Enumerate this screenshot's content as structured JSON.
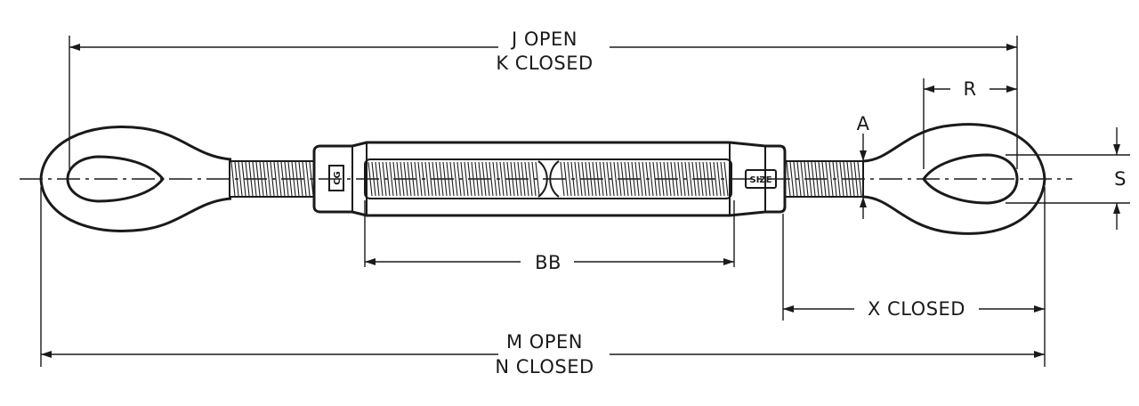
{
  "diagram": {
    "dimensions": {
      "j_open": "J OPEN",
      "k_closed": "K CLOSED",
      "m_open": "M OPEN",
      "n_closed": "N CLOSED",
      "bb": "BB",
      "x_closed": "X CLOSED",
      "r": "R",
      "a": "A",
      "s": "S"
    },
    "body_markings": {
      "size": "SIZE",
      "logo": "CG"
    },
    "line_color": "#1a1a1a"
  }
}
